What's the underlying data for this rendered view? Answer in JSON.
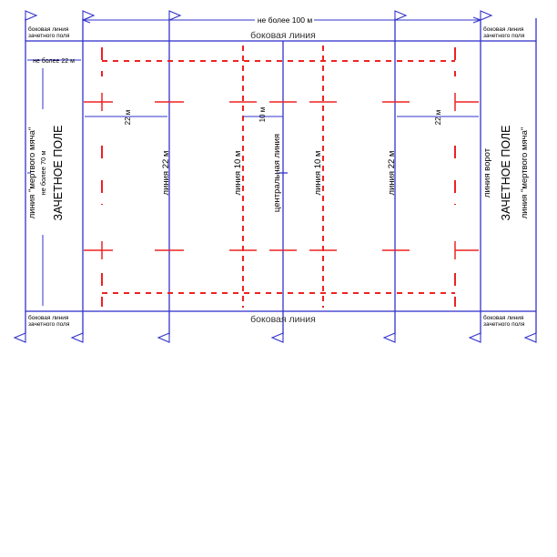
{
  "top": {
    "length_label": "не более 100 м",
    "touchline_label": "боковая линия"
  },
  "bottom": {
    "touchline_label": "боковая линия"
  },
  "corners": {
    "top_left": [
      "боковая линия",
      "зачетного поля"
    ],
    "top_right": [
      "боковая линия",
      "зачетного поля"
    ],
    "bottom_left": [
      "боковая линия",
      "зачетного поля"
    ],
    "bottom_right": [
      "боковая линия",
      "зачетного поля"
    ]
  },
  "left_in_goal": {
    "depth_label": "не более 22 м",
    "dead_ball_line": "линия \"мертвого мяча\"",
    "width_label": "не более 70 м",
    "zone_label": "ЗАЧЕТНОЕ ПОЛЕ"
  },
  "right_in_goal": {
    "goal_line": "линия ворот",
    "zone_label": "ЗАЧЕТНОЕ ПОЛЕ",
    "dead_ball_line": "линия \"мертвого мяча\""
  },
  "field": {
    "dim_22_left": "22 м",
    "dim_10_center": "10 м",
    "dim_22_right": "22 м",
    "line_22_left": "линия 22 м",
    "line_10_left": "линия 10 м",
    "center_line": "центральная линия",
    "line_10_right": "линия 10 м",
    "line_22_right": "линия 22 м"
  },
  "colors": {
    "field_lines": "#3333cc",
    "dashed_lines": "#ee2222",
    "text": "#000000"
  }
}
